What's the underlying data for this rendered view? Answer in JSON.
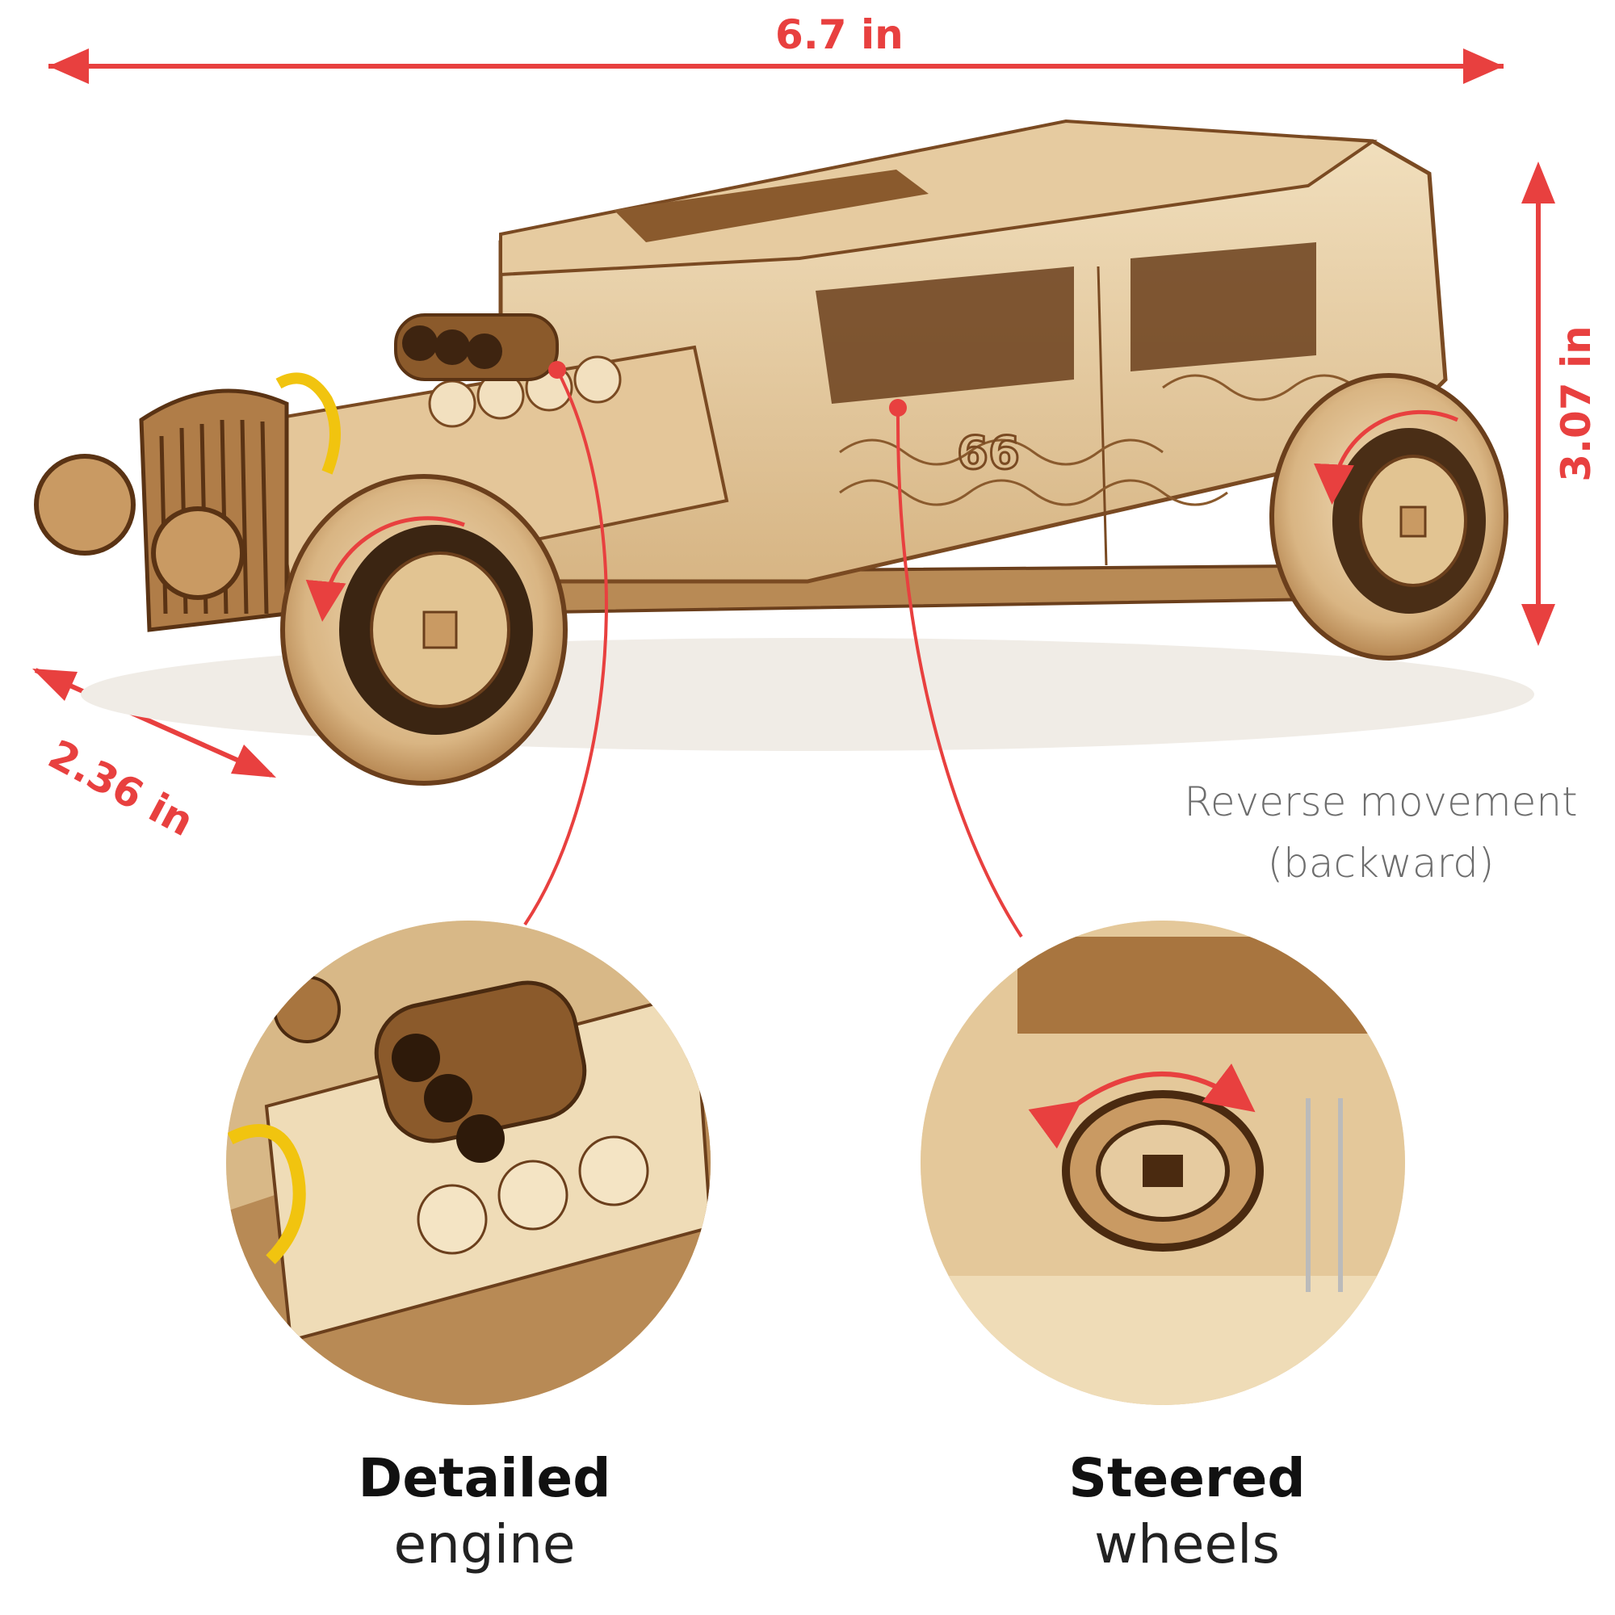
{
  "dimensions": {
    "length": "6.7 in",
    "height": "3.07 in",
    "width": "2.36 in"
  },
  "note": {
    "line1": "Reverse movement",
    "line2": "(backward)"
  },
  "features": {
    "engine": {
      "title": "Detailed",
      "subtitle": "engine"
    },
    "steering": {
      "title": "Steered",
      "subtitle": "wheels"
    }
  },
  "colors": {
    "accent": "#e8403f",
    "wood_light": "#ead2a8",
    "wood_mid": "#c99a63",
    "wood_dark": "#6b3f1c"
  }
}
